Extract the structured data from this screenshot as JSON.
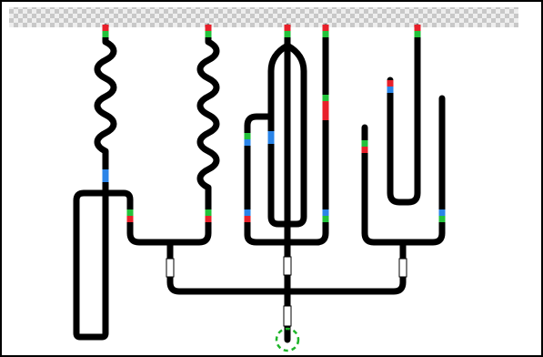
{
  "game": {
    "type": "track-puzzle",
    "colors": {
      "track": "#000000",
      "red": "#e8202a",
      "green": "#22c23a",
      "blue": "#2a84e8",
      "gate_white": "#ffffff",
      "goal_ring": "#1fb52a",
      "frame": "#000000",
      "checker_dark": "#c8c8c8",
      "checker_light": "#eeeeee"
    },
    "sequences": {
      "s1": [
        "red",
        "green"
      ],
      "s2": [
        "green",
        "red"
      ],
      "s3": [
        "blue",
        "blue"
      ],
      "s4": [
        "green",
        "blue"
      ],
      "s5": [
        "blue",
        "red"
      ],
      "s6": [
        "green",
        "red",
        "red",
        "red"
      ],
      "s7": [
        "green",
        "red"
      ],
      "s8": [
        "blue",
        "green"
      ],
      "s9": [
        "red",
        "blue"
      ]
    },
    "goal": {
      "shape": "dashed-circle"
    }
  }
}
